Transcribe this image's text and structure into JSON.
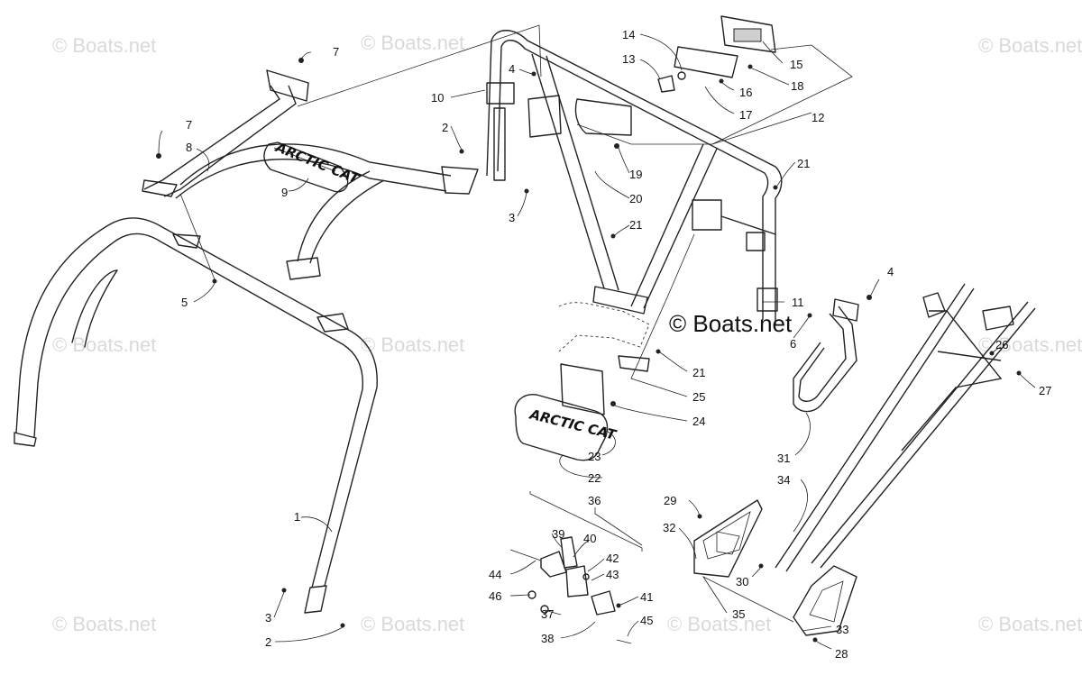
{
  "watermarks": {
    "small": [
      "© Boats.net",
      "© Boats.net",
      "© Boats.net",
      "© Boats.net",
      "© Boats.net",
      "© Boats.net",
      "© Boats.net",
      "© Boats.net",
      "© Boats.net",
      "© Boats.net"
    ],
    "center": "© Boats.net"
  },
  "brand": {
    "text": "ARCTIC CAT"
  },
  "callouts": {
    "c1": "1",
    "c2a": "2",
    "c2b": "2",
    "c3a": "3",
    "c3b": "3",
    "c4a": "4",
    "c4b": "4",
    "c5": "5",
    "c6": "6",
    "c7a": "7",
    "c7b": "7",
    "c8": "8",
    "c9": "9",
    "c10": "10",
    "c11": "11",
    "c12": "12",
    "c13": "13",
    "c14": "14",
    "c15": "15",
    "c16": "16",
    "c17": "17",
    "c18": "18",
    "c19": "19",
    "c20": "20",
    "c21a": "21",
    "c21b": "21",
    "c21c": "21",
    "c22": "22",
    "c23": "23",
    "c24": "24",
    "c25": "25",
    "c26": "26",
    "c27": "27",
    "c28": "28",
    "c29": "29",
    "c30": "30",
    "c31": "31",
    "c32": "32",
    "c33": "33",
    "c34": "34",
    "c35": "35",
    "c36": "36",
    "c37": "37",
    "c38": "38",
    "c39": "39",
    "c40": "40",
    "c41": "41",
    "c42": "42",
    "c43": "43",
    "c44": "44",
    "c45": "45",
    "c46": "46"
  }
}
